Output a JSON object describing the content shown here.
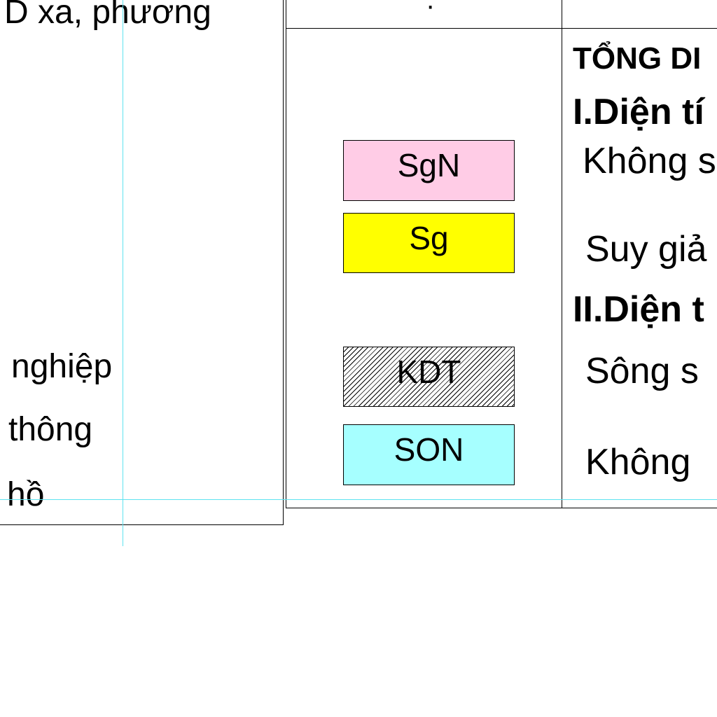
{
  "left_column": {
    "header_fragment": "D xa, phương",
    "rows": [
      "nghiệp",
      "thông",
      "hồ"
    ]
  },
  "legend": {
    "header_fragment": "·",
    "swatches": [
      {
        "code": "SgN",
        "color": "#ffcce6"
      },
      {
        "code": "Sg",
        "color": "#ffff00"
      },
      {
        "code": "KDT",
        "color": "#ffffff",
        "pattern": "diagonal-hatch"
      },
      {
        "code": "SON",
        "color": "#a6ffff"
      }
    ]
  },
  "descriptions": {
    "title": "TỔNG DI",
    "section1": "I.Diện tí",
    "item1": "Không s",
    "item2": "Suy giả",
    "section2": "II.Diện t",
    "item3": "Sông s",
    "item4": "Không"
  }
}
